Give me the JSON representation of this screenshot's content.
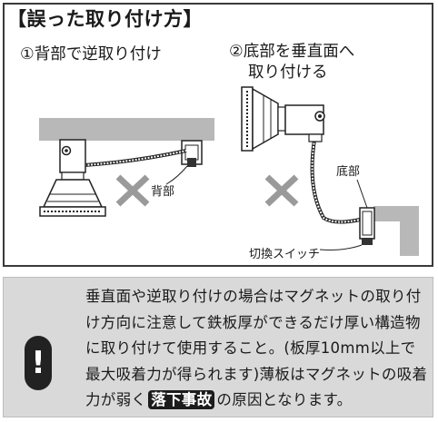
{
  "wrong_install": {
    "heading": "【誤った取り付け方】",
    "case1": "①背部で逆取り付け",
    "case2_line1": "②底部を垂直面へ",
    "case2_line2": "取り付ける",
    "label_back": "背部",
    "label_bottom": "底部",
    "label_switch": "切換スイッチ"
  },
  "caution": {
    "icon": "exclamation-icon",
    "text_before": "垂直面や逆取り付けの場合はマグネットの取り付け方向に注意して鉄板厚ができるだけ厚い構造物に取り付けて使用すること。(板厚10mm以上で最大吸着力が得られます)薄板はマグネットの吸着力が弱く",
    "highlight": "落下事故",
    "text_after": "の原因となります。"
  },
  "colors": {
    "frame": "#3a3a3a",
    "surface": "#b8b8b8",
    "cross": "#9a9a9a",
    "caution_bg": "#d9d9d9",
    "highlight_bg": "#1c1c1c"
  }
}
